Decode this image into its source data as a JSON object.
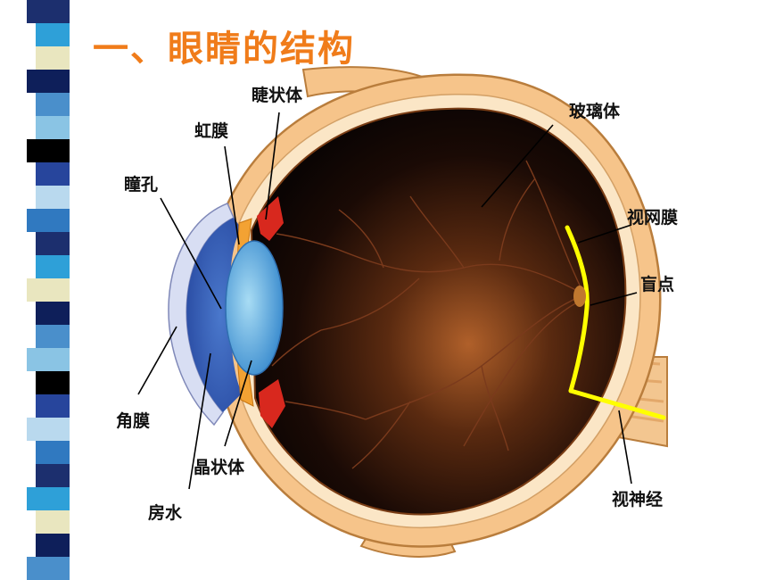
{
  "slide": {
    "title": "一、眼睛的结构"
  },
  "colors": {
    "title": "#f07c1a",
    "sclera": "#f6c48a",
    "sclera_edge": "#b97d3c",
    "vitreous_dark": "#120806",
    "vitreous_glow": "#a3521c",
    "iris": "#f3a233",
    "cornea": "#cfd6f0",
    "aqueous": "#3560b8",
    "lens": "#5aaee0",
    "ciliary": "#d8281e",
    "retina_highlight": "#ffff00"
  },
  "stripe_colors": [
    "#1c2f6e",
    "#2ea0d8",
    "#e9e6bf",
    "#0e1f5a",
    "#4a8fcb",
    "#8ac4e4",
    "#000000",
    "#27459c",
    "#b9d9ee",
    "#3079c0"
  ],
  "labels": {
    "ciliary_body": "睫状体",
    "iris": "虹膜",
    "pupil": "瞳孔",
    "cornea": "角膜",
    "lens": "晶状体",
    "aqueous_humor": "房水",
    "vitreous_body": "玻璃体",
    "retina": "视网膜",
    "blind_spot": "盲点",
    "optic_nerve": "视神经"
  }
}
